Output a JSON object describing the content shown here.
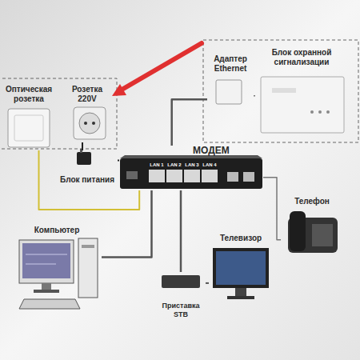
{
  "diagram": {
    "nodes": [
      {
        "text": [
          "Оптическая розетка"
        ]
      },
      {
        "text": [
          "Розетка 220V"
        ]
      },
      {
        "text": [
          "Адаптер Ethernet"
        ]
      },
      {
        "text": [
          "Блок охранной сигнализации"
        ]
      },
      {
        "text": [
          "Блок питания"
        ]
      },
      {
        "text": [
          "МОДЕМ"
        ]
      },
      {
        "text": [
          "Компьютер"
        ]
      },
      {
        "text": [
          "Приставка STB"
        ]
      },
      {
        "text": [
          "Телевизор"
        ]
      },
      {
        "text": [
          "Телефон"
        ]
      }
    ],
    "edges": [
      {
        "from": 0,
        "to": 5,
        "arrow": "none"
      },
      {
        "from": 1,
        "to": 4,
        "arrow": "none"
      },
      {
        "from": 4,
        "to": 5,
        "arrow": "none"
      },
      {
        "from": 2,
        "to": 5,
        "arrow": "none"
      },
      {
        "from": 2,
        "to": 3,
        "arrow": "none"
      },
      {
        "from": 6,
        "to": 5,
        "arrow": "none"
      },
      {
        "from": 7,
        "to": 5,
        "arrow": "none"
      },
      {
        "from": 7,
        "to": 8,
        "arrow": "none"
      },
      {
        "from": 5,
        "to": 9,
        "arrow": "none"
      }
    ],
    "labels": [
      "LAN 1",
      "LAN 2",
      "LAN 3",
      "LAN 4"
    ]
  }
}
